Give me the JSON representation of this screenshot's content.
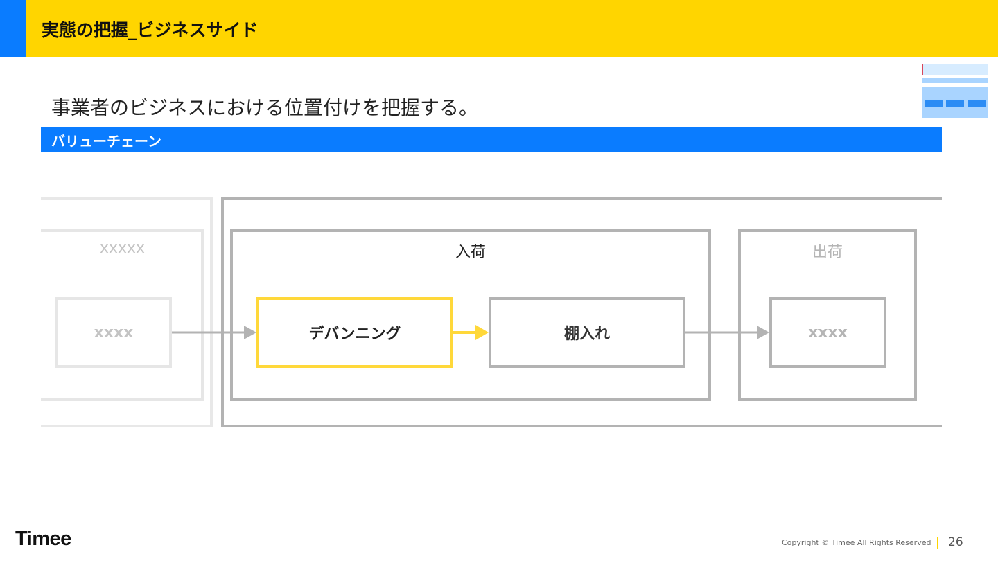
{
  "header": {
    "title": "実態の把握_ビジネスサイド",
    "accent_color": "#0a7cff",
    "bar_color": "#ffd500"
  },
  "subtitle": "事業者のビジネスにおける位置付けを把握する。",
  "section": {
    "title": "バリューチェーン",
    "color": "#0a7cff"
  },
  "diagram": {
    "groups": [
      {
        "label": "xxxxx",
        "state": "faded"
      },
      {
        "label": "入荷",
        "state": "active"
      },
      {
        "label": "出荷",
        "state": "inactive"
      }
    ],
    "steps": [
      {
        "label": "xxxx",
        "group": "xxxxx"
      },
      {
        "label": "デバンニング",
        "group": "入荷",
        "highlight": true,
        "highlight_color": "#ffd83a"
      },
      {
        "label": "棚入れ",
        "group": "入荷"
      },
      {
        "label": "xxxx",
        "group": "出荷"
      }
    ]
  },
  "footer": {
    "logo": "Timee",
    "copyright": "Copyright © Timee All Rights Reserved",
    "page_number": "26"
  }
}
